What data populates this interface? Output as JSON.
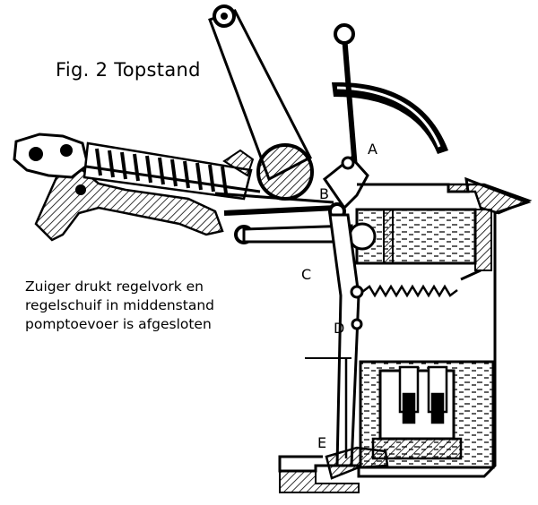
{
  "figure": {
    "title": "Fig. 2 Topstand",
    "caption_lines": [
      "Zuiger drukt regelvork en",
      "regelschuif in middenstand",
      "pomptoevoer is afgesloten"
    ],
    "labels": {
      "a": "A",
      "b": "B",
      "c": "C",
      "d": "D",
      "e": "E"
    }
  },
  "colors": {
    "ink": "#000000",
    "paper": "#ffffff"
  }
}
